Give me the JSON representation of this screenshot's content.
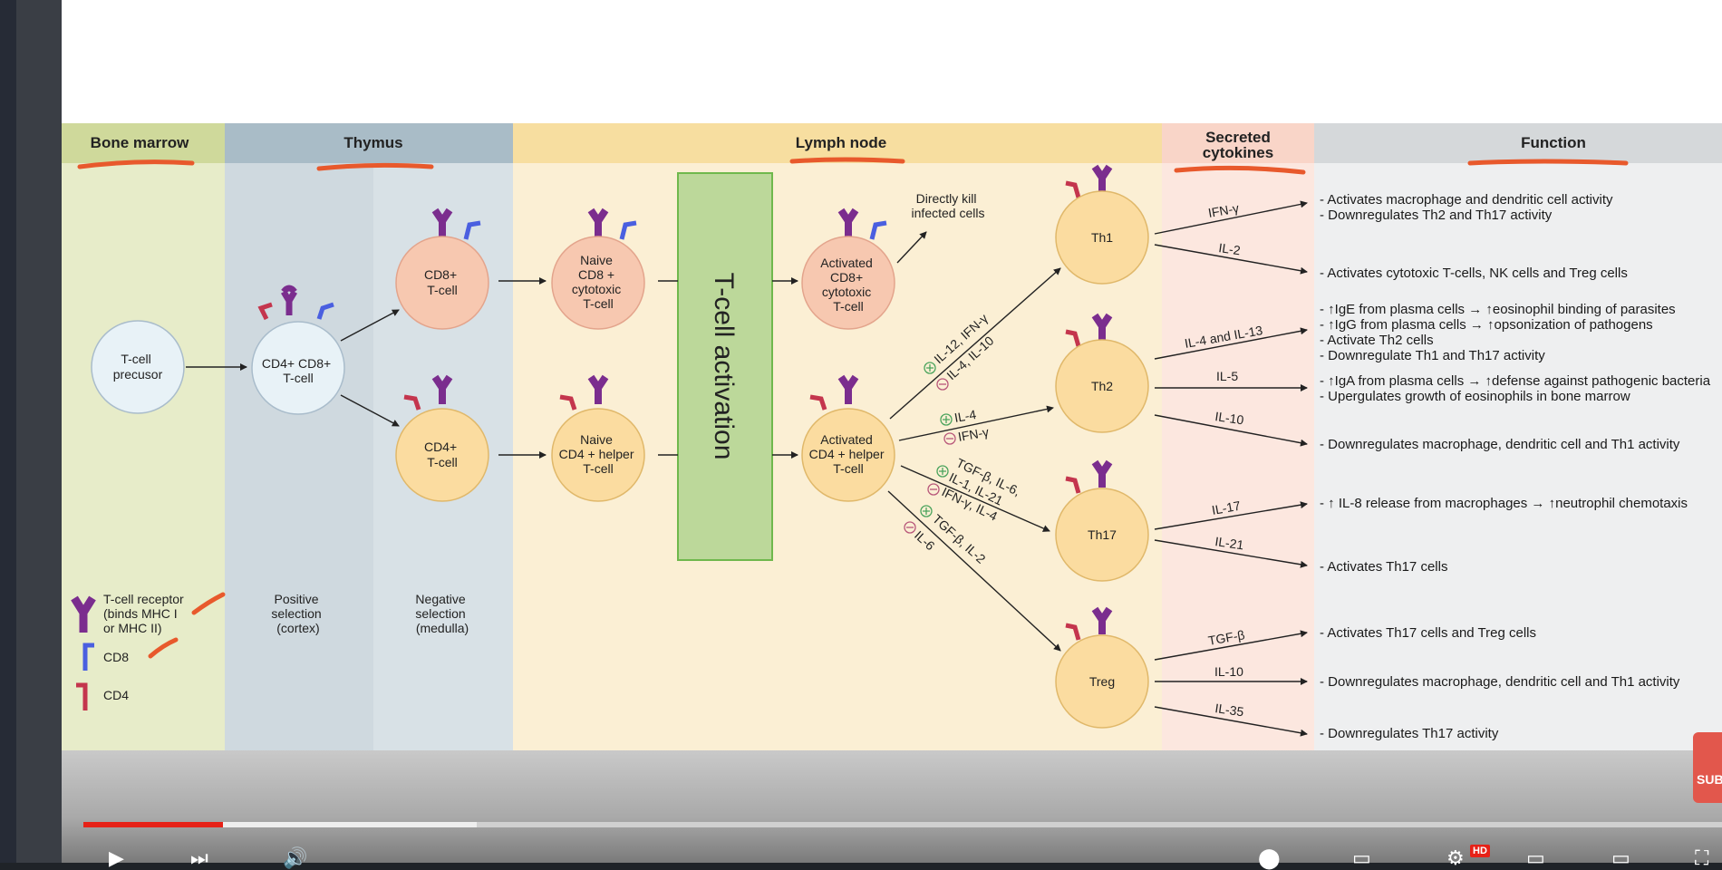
{
  "diagram": {
    "headers": {
      "bone_marrow": "Bone marrow",
      "thymus": "Thymus",
      "lymph_node": "Lymph node",
      "secreted_1": "Secreted",
      "secreted_2": "cytokines",
      "function": "Function"
    },
    "cells": {
      "precursor": [
        "T-cell",
        "precusor"
      ],
      "double_positive": [
        "CD4+ CD8+",
        "T-cell"
      ],
      "cd8": [
        "CD8+",
        "T-cell"
      ],
      "cd4": [
        "CD4+",
        "T-cell"
      ],
      "naive_cd8": [
        "Naive",
        "CD8 +",
        "cytotoxic",
        "T-cell"
      ],
      "naive_cd4": [
        "Naive",
        "CD4 + helper",
        "T-cell"
      ],
      "activated_cd8": [
        "Activated",
        "CD8+",
        "cytotoxic",
        "T-cell"
      ],
      "activated_cd4": [
        "Activated",
        "CD4 + helper",
        "T-cell"
      ],
      "th1": "Th1",
      "th2": "Th2",
      "th17": "Th17",
      "treg": "Treg"
    },
    "activation_label": "T-cell activation",
    "kill_label": [
      "Directly kill",
      "infected cells"
    ],
    "pathway_labels": {
      "th1_plus": "IL-12, IFN-γ",
      "th1_minus": "IL-4, IL-10",
      "th2_plus": "IL-4",
      "th2_minus": "IFN-γ",
      "th17_plus_1": "TGF-β, IL-6,",
      "th17_plus_2": "IL-1, IL-21",
      "th17_minus": "IFN-γ, IL-4",
      "treg_plus": "TGF-β, IL-2",
      "treg_minus": "IL-6"
    },
    "cytokines": {
      "th1_a": "IFN-γ",
      "th1_b": "IL-2",
      "th2_a": "IL-4 and IL-13",
      "th2_b": "IL-5",
      "th2_c": "IL-10",
      "th17_a": "IL-17",
      "th17_b": "IL-21",
      "treg_a": "TGF-β",
      "treg_b": "IL-10",
      "treg_c": "IL-35"
    },
    "functions": {
      "f1": "- Activates macrophage and dendritic cell activity",
      "f2": "- Downregulates Th2 and Th17 activity",
      "f3": "- Activates cytotoxic T-cells, NK cells and Treg cells",
      "f4": "- ↑IgE from plasma cells → ↑eosinophil binding of parasites",
      "f5": "- ↑IgG from plasma cells → ↑opsonization of pathogens",
      "f6": "- Activate Th2 cells",
      "f7": "- Downregulate Th1 and Th17 activity",
      "f8": "- ↑IgA from plasma cells → ↑defense against pathogenic bacteria",
      "f9": "- Upergulates growth of eosinophils in bone marrow",
      "f10": "- Downregulates macrophage, dendritic cell and Th1 activity",
      "f11": "- ↑ IL-8 release from macrophages → ↑neutrophil chemotaxis",
      "f12": "- Activates Th17 cells",
      "f13": "- Activates Th17 cells and Treg cells",
      "f14": "- Downregulates macrophage, dendritic cell and Th1 activity",
      "f15": "- Downregulates Th17 activity"
    },
    "legend": {
      "tcr": [
        "T-cell receptor",
        "(binds MHC I",
        "or MHC II)"
      ],
      "cd8": "CD8",
      "cd4": "CD4"
    },
    "selection": {
      "positive": [
        "Positive",
        "selection",
        "(cortex)"
      ],
      "negative": [
        "Negative",
        "selection",
        "(medulla)"
      ]
    },
    "colors": {
      "bone_marrow_bg": "#e7ecc9",
      "thymus_bg": "#cfd9df",
      "lymph_bg": "#fbefd4",
      "cytokine_bg": "#fce7df",
      "function_bg": "#eeeff0",
      "cd8_cell": "#f7c8b0",
      "cd4_cell": "#fbdca0",
      "precursor_cell": "#e8f2f7",
      "activation_box": "#bcd89a",
      "annotation": "#e8592c"
    }
  },
  "player": {
    "subscribe_label": "SUBS",
    "hd_label": "HD",
    "progress_played": 0.085,
    "progress_buffered": 0.24
  }
}
